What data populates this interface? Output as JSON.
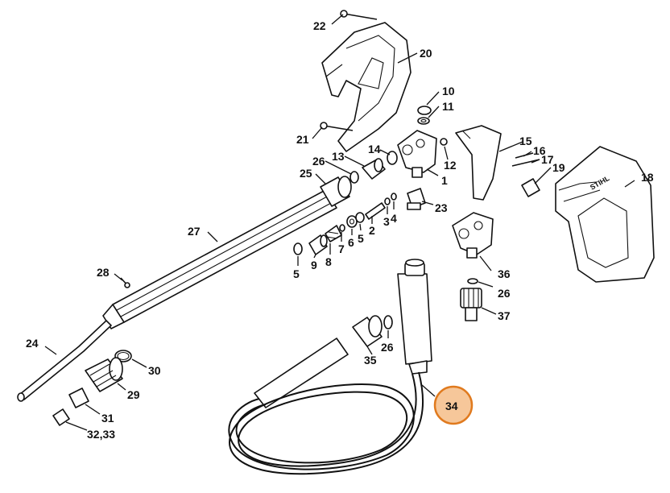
{
  "diagram": {
    "labels": {
      "l22": "22",
      "l20": "20",
      "l10": "10",
      "l11": "11",
      "l21": "21",
      "l26a": "26",
      "l13": "13",
      "l14": "14",
      "l12": "12",
      "l15": "15",
      "l16": "16",
      "l17": "17",
      "l19": "19",
      "l18": "18",
      "l25": "25",
      "l1": "1",
      "l23": "23",
      "l27": "27",
      "l2": "2",
      "l3": "3",
      "l4": "4",
      "l6": "6",
      "l5a": "5",
      "l8": "8",
      "l7": "7",
      "l5b": "5",
      "l9": "9",
      "l28": "28",
      "l36": "36",
      "l26b": "26",
      "l37": "37",
      "l24": "24",
      "l30": "30",
      "l26c": "26",
      "l35": "35",
      "l29": "29",
      "l31": "31",
      "l3233": "32,33",
      "l34": "34"
    },
    "highlight": {
      "label": "34",
      "color": "#e07a1e",
      "fill": "#f6c79a"
    }
  }
}
